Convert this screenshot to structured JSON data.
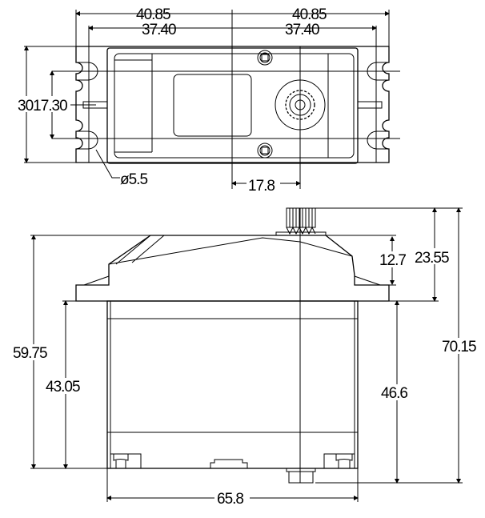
{
  "drawing": {
    "title": "Servo dimension drawing",
    "top_view": {
      "dim_overall_left": "40.85",
      "dim_overall_right": "40.85",
      "dim_holes_left": "37.40",
      "dim_holes_right": "37.40",
      "dim_height_and_hole_spacing": "3017.30",
      "dim_hole_diameter": "ø5.5",
      "dim_shaft_offset": "17.8"
    },
    "side_view": {
      "dim_case_height": "59.75",
      "dim_body_height": "43.05",
      "dim_body_to_gear": "46.6",
      "dim_total_height": "70.15",
      "dim_flange_to_spline": "23.55",
      "dim_cap_height": "12.7",
      "dim_body_width": "65.8"
    },
    "colors": {
      "line": "#000000",
      "background": "#ffffff"
    }
  }
}
